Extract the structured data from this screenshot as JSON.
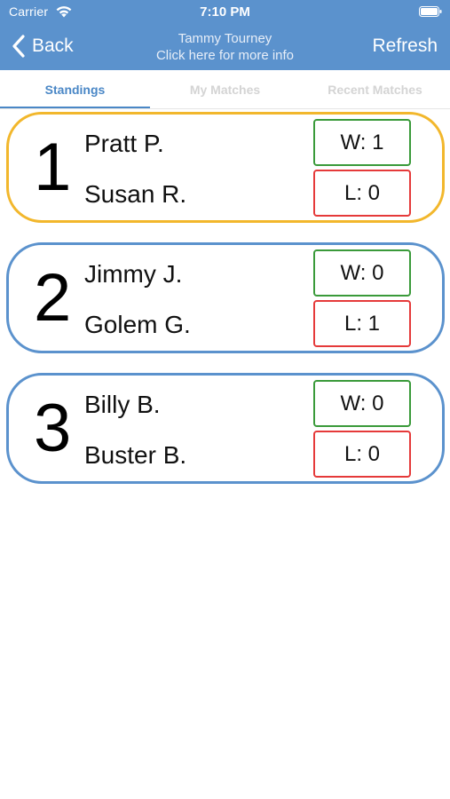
{
  "status": {
    "carrier": "Carrier",
    "time": "7:10 PM"
  },
  "nav": {
    "back_label": "Back",
    "title": "Tammy Tourney",
    "subtitle": "Click here for more info",
    "refresh_label": "Refresh"
  },
  "tabs": [
    {
      "label": "Standings",
      "active": true
    },
    {
      "label": "My Matches",
      "active": false
    },
    {
      "label": "Recent Matches",
      "active": false
    }
  ],
  "standings": [
    {
      "rank": "1",
      "player1": "Pratt P.",
      "player2": "Susan R.",
      "wins": "W: 1",
      "losses": "L: 0"
    },
    {
      "rank": "2",
      "player1": "Jimmy J.",
      "player2": "Golem G.",
      "wins": "W: 0",
      "losses": "L: 1"
    },
    {
      "rank": "3",
      "player1": "Billy B.",
      "player2": "Buster B.",
      "wins": "W: 0",
      "losses": "L: 0"
    }
  ],
  "colors": {
    "header": "#5b92cd",
    "accent": "#4a87c6",
    "leader_border": "#f2b72c",
    "win_border": "#3a9a3a",
    "loss_border": "#e53a3a"
  },
  "icons": [
    "wifi-icon",
    "battery-icon",
    "chevron-left-icon"
  ]
}
